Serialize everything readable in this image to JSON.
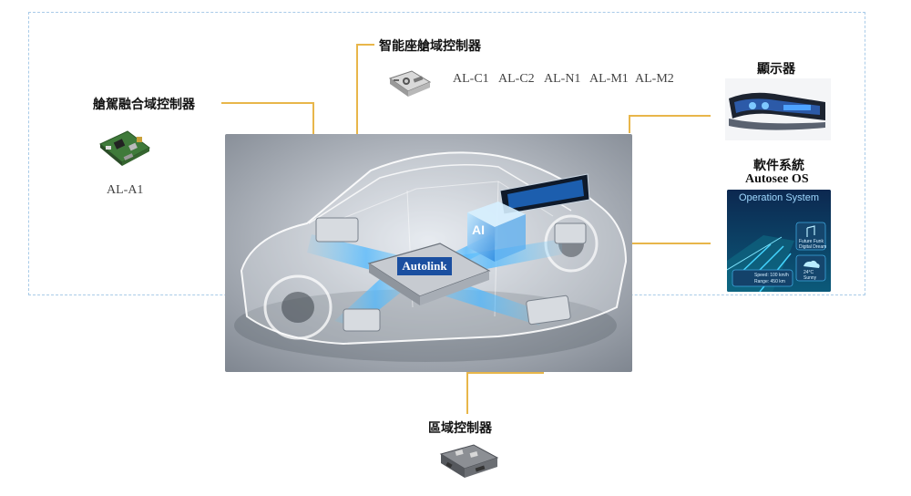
{
  "labels": {
    "smart_cockpit": "智能座艙域控制器",
    "adas_fusion": "艙駕融合域控制器",
    "display": "顯示器",
    "software": "軟件系統",
    "os_name": "Autosee OS",
    "zone": "區域控制器",
    "autolink": "Autolink",
    "ai": "AI"
  },
  "cockpit_models": [
    "AL-C1",
    "AL-C2",
    "AL-N1",
    "AL-M1",
    "AL-M2"
  ],
  "adas_models": [
    "AL-A1"
  ],
  "os_screen": {
    "title": "Operation System",
    "music": "Future Funk\nDigital Dream",
    "speed": "Speed: 100 km/h",
    "range": "Range: 450 km",
    "weather": "24°C\nSunny"
  },
  "colors": {
    "connector": "#e8b64a",
    "frame": "#a9cbe8",
    "autolink_badge": "#1b4fa0",
    "os_panel": "#0e2f5e"
  }
}
